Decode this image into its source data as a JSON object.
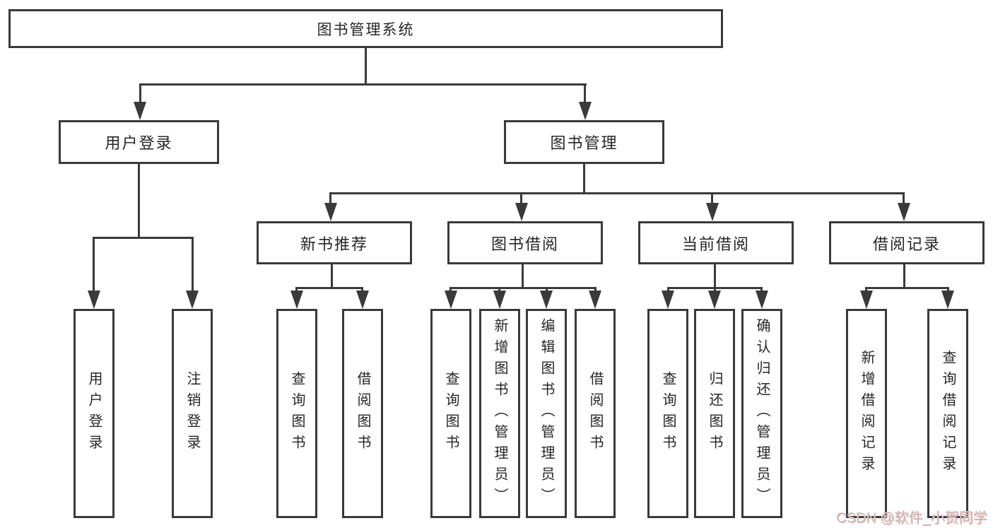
{
  "diagram": {
    "title": "图书管理系统",
    "root": {
      "label": "图书管理系统"
    },
    "level2": [
      {
        "id": "user-login",
        "label": "用户登录"
      },
      {
        "id": "book-management",
        "label": "图书管理"
      }
    ],
    "level3": [
      {
        "id": "new-book-recommendation",
        "parent": "图书管理",
        "label": "新书推荐"
      },
      {
        "id": "book-borrowing",
        "parent": "图书管理",
        "label": "图书借阅"
      },
      {
        "id": "current-borrowing",
        "parent": "图书管理",
        "label": "当前借阅"
      },
      {
        "id": "borrowing-records",
        "parent": "图书管理",
        "label": "借阅记录"
      }
    ],
    "leaves": [
      {
        "parent": "用户登录",
        "label": "用户登录"
      },
      {
        "parent": "用户登录",
        "label": "注销登录"
      },
      {
        "parent": "新书推荐",
        "label": "查询图书"
      },
      {
        "parent": "新书推荐",
        "label": "借阅图书"
      },
      {
        "parent": "图书借阅",
        "label": "查询图书"
      },
      {
        "parent": "图书借阅",
        "label": "新增图书（管理员）"
      },
      {
        "parent": "图书借阅",
        "label": "编辑图书（管理员）"
      },
      {
        "parent": "图书借阅",
        "label": "借阅图书"
      },
      {
        "parent": "当前借阅",
        "label": "查询图书"
      },
      {
        "parent": "当前借阅",
        "label": "归还图书"
      },
      {
        "parent": "当前借阅",
        "label": "确认归还（管理员）"
      },
      {
        "parent": "借阅记录",
        "label": "新增借阅记录"
      },
      {
        "parent": "借阅记录",
        "label": "查询借阅记录"
      }
    ],
    "watermark": "CSDN @软件_小贺同学",
    "colors": {
      "line": "#3a3a3a",
      "text": "#262626",
      "background": "#ffffff",
      "watermark": "#c9c9c9",
      "watermark_shadow": "#ef9a9a"
    }
  }
}
